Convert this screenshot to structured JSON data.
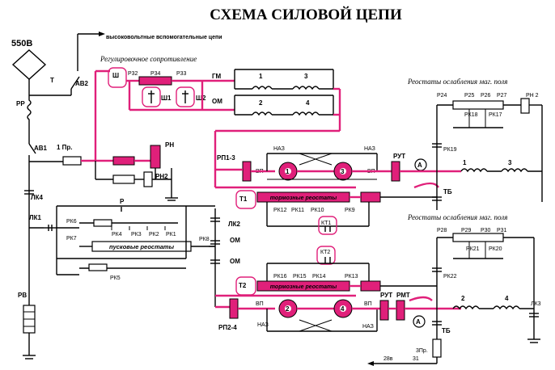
{
  "title": "СХЕМА СИЛОВОЙ ЦЕПИ",
  "supply": {
    "voltage": "550В"
  },
  "aux_circuits": "высоковольтные вспомогательные цепи",
  "regulating_resistance": "Регулировочное сопротивление",
  "field_weakening_1": "Реостаты ослабления маг. поля",
  "field_weakening_2": "Реостаты ослабления маг. поля",
  "starting_rheostats": "пусковые реостаты",
  "braking_rheostats_1": "тормозные реостаты",
  "braking_rheostats_2": "тормозные реостаты",
  "labels": {
    "T": "Т",
    "PP": "РР",
    "AB2": "АВ2",
    "AB1": "АВ1",
    "fuse1": "1 Пр.",
    "LK4": "ЛК4",
    "LK1": "ЛК1",
    "LK2": "ЛК2",
    "LK3": "ЛК3",
    "RV": "РВ",
    "P": "Р",
    "RN": "РН",
    "RN2": "РН2",
    "Sh": "Ш",
    "P32": "Р32",
    "P34": "Р34",
    "P33": "Р33",
    "Sh1": "Ш1",
    "Sh2": "Ш2",
    "GM": "ГМ",
    "OM": "ОМ",
    "OM1": "ОМ",
    "OM2": "ОМ",
    "RP13": "РП1-3",
    "RP24": "РП2-4",
    "NA3a": "НАЗ",
    "NA3b": "НАЗ",
    "NA3c": "НАЗ",
    "NA3d": "НАЗ",
    "VP1": "ВП",
    "VP2": "ВП",
    "VP3": "ВП",
    "VP4": "ВП",
    "RUT1": "РУТ",
    "RUT2": "РУТ",
    "RMT": "РМТ",
    "T1": "Т1",
    "T2": "Т2",
    "KT1": "КТ1",
    "KT2": "КТ2",
    "TB1": "ТБ",
    "TB2": "ТБ",
    "P24": "Р24",
    "P25": "Р25",
    "P26": "Р26",
    "P27": "Р27",
    "RN2b": "РН 2",
    "RK18": "РК18",
    "RK17": "РК17",
    "RK19": "РК19",
    "P28": "Р28",
    "P29": "Р29",
    "P30": "Р30",
    "P31": "Р31",
    "RK21": "РК21",
    "RK20": "РК20",
    "RK22": "РК22",
    "RK6": "РК6",
    "RK7": "РК7",
    "RK4": "РК4",
    "RK3": "РК3",
    "RK2": "РК2",
    "RK1": "РК1",
    "RK8": "РК8",
    "RK5": "РК5",
    "RK12": "РК12",
    "RK11": "РК11",
    "RK10": "РК10",
    "RK9": "РК9",
    "RK16": "РК16",
    "RK15": "РК15",
    "RK14": "РК14",
    "RK13": "РК13",
    "fuse3": "3Пр.",
    "wire28": "28в",
    "wire31": "31"
  },
  "motors": {
    "m1": "1",
    "m2": "2",
    "m3": "3",
    "m4": "4"
  },
  "fields": {
    "s1": "1",
    "s3": "3",
    "s2": "2",
    "s4": "4",
    "gm1": "1",
    "gm3": "3",
    "om2": "2",
    "om4": "4"
  },
  "ammeter": "A",
  "colors": {
    "accent": "#e0207a",
    "line": "#000000"
  }
}
